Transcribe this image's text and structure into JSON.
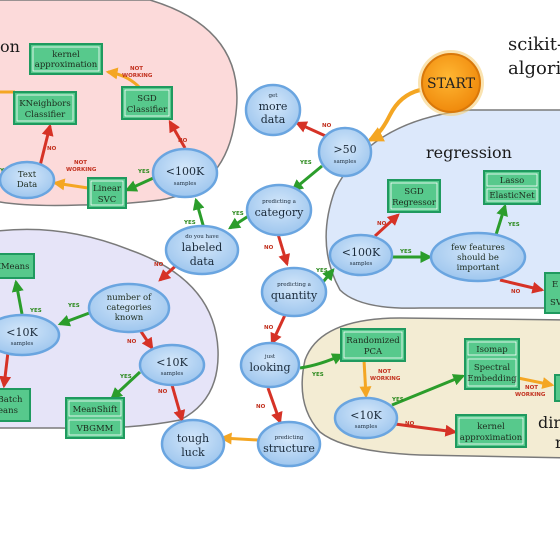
{
  "header": {
    "title_line1": "scikit-",
    "title_line2": "algori"
  },
  "start": {
    "label": "START"
  },
  "regions": {
    "classification": "on",
    "regression": "regression",
    "dimensionality": "dir",
    "dimensionality_cont": "r"
  },
  "questions": {
    "more_data": {
      "small": "get",
      "big1": "more",
      "big2": "data"
    },
    "gt50": {
      "big": ">50",
      "small": "samples"
    },
    "category": {
      "small": "predicting a",
      "big": "category"
    },
    "labeled": {
      "small": "do you have",
      "big1": "labeled",
      "big2": "data"
    },
    "lt100k_class": {
      "big": "<100K",
      "small": "samples"
    },
    "text_data": {
      "big1": "Text",
      "big2": "Data"
    },
    "quantity": {
      "small": "predicting a",
      "big": "quantity"
    },
    "lt100k_reg": {
      "big": "<100K",
      "small": "samples"
    },
    "few_features": {
      "big1": "few features",
      "big2": "should be",
      "big3": "important"
    },
    "num_categories": {
      "big1": "number of",
      "big2": "categories",
      "big3": "known"
    },
    "lt10k_cluster_left": {
      "big": "<10K",
      "small": "samples"
    },
    "lt10k_cluster_right": {
      "big": "<10K",
      "small": "samples"
    },
    "just_looking": {
      "small": "just",
      "big": "looking"
    },
    "structure": {
      "small": "predicting",
      "big": "structure"
    },
    "tough_luck": {
      "big1": "tough",
      "big2": "luck"
    },
    "lt10k_dim": {
      "big": "<10K",
      "small": "samples"
    }
  },
  "estimators": {
    "kernel_approx_class": [
      "kernel",
      "approximation"
    ],
    "sgd_classifier": [
      "SGD",
      "Classifier"
    ],
    "kneighbors": [
      "KNeighbors",
      "Classifier"
    ],
    "linear_svc": [
      "Linear",
      "SVC"
    ],
    "sgd_regressor": [
      "SGD",
      "Regressor"
    ],
    "lasso": [
      "Lasso"
    ],
    "elasticnet": [
      "ElasticNet"
    ],
    "reg_partial": [
      "E",
      "SV"
    ],
    "kmeans": [
      "KMeans"
    ],
    "batch_kmeans": [
      "Batch",
      "eans"
    ],
    "meanshift": [
      "MeanShift"
    ],
    "vbgmm": [
      "VBGMM"
    ],
    "randomized_pca": [
      "Randomized",
      "PCA"
    ],
    "isomap": [
      "Isomap"
    ],
    "spectral_embedding": [
      "Spectral",
      "Embedding"
    ],
    "kernel_approx_dim": [
      "kernel",
      "approximation"
    ]
  },
  "edge_labels": {
    "yes": "YES",
    "no": "NO",
    "not_working": [
      "NOT",
      "WORKING"
    ]
  },
  "colors": {
    "classification_bg": "#fcdada",
    "regression_bg": "#dce8fb",
    "clustering_bg": "#e6e4f8",
    "dimensionality_bg": "#f3ecd3",
    "estimator_fill": "#57c98c",
    "estimator_border": "#1f9a5f",
    "question_fill": "#a9cdf1",
    "question_border": "#5b9bdc",
    "start_fill": "#f59a14",
    "yes_arrow": "#2b9d2b",
    "no_arrow": "#d63226",
    "other_arrow": "#f4a623"
  }
}
